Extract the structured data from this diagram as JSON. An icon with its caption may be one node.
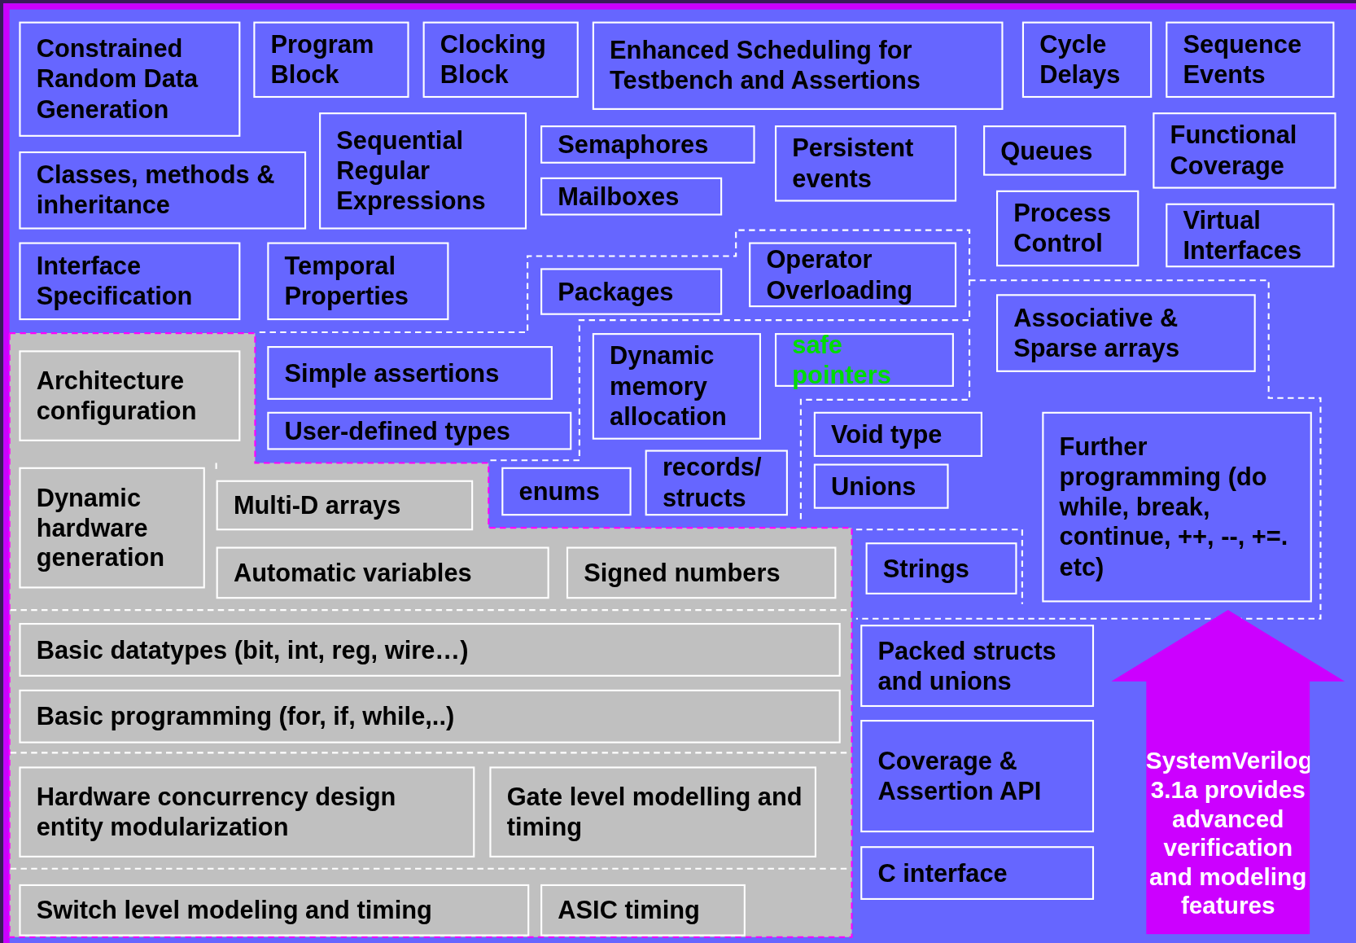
{
  "diagram": {
    "nodes": [
      {
        "text": [
          "Constrained Random Data Generation"
        ]
      },
      {
        "text": [
          "Program Block"
        ]
      },
      {
        "text": [
          "Clocking Block"
        ]
      },
      {
        "text": [
          "Enhanced Scheduling for Testbench and Assertions"
        ]
      },
      {
        "text": [
          "Cycle Delays"
        ]
      },
      {
        "text": [
          "Sequence Events"
        ]
      },
      {
        "text": [
          "Classes, methods & inheritance"
        ]
      },
      {
        "text": [
          "Sequential Regular Expressions"
        ]
      },
      {
        "text": [
          "Semaphores"
        ]
      },
      {
        "text": [
          "Mailboxes"
        ]
      },
      {
        "text": [
          "Persistent events"
        ]
      },
      {
        "text": [
          "Queues"
        ]
      },
      {
        "text": [
          "Functional Coverage"
        ]
      },
      {
        "text": [
          "Interface Specification"
        ]
      },
      {
        "text": [
          "Temporal Properties"
        ]
      },
      {
        "text": [
          "Process Control"
        ]
      },
      {
        "text": [
          "Virtual Interfaces"
        ]
      },
      {
        "text": [
          "Packages"
        ]
      },
      {
        "text": [
          "Operator Overloading"
        ]
      },
      {
        "text": [
          "Associative & Sparse arrays"
        ]
      },
      {
        "text": [
          "Simple assertions"
        ]
      },
      {
        "text": [
          "Dynamic memory allocation"
        ]
      },
      {
        "text": [
          "safe pointers"
        ]
      },
      {
        "text": [
          "User-defined types"
        ]
      },
      {
        "text": [
          "Void type"
        ]
      },
      {
        "text": [
          "enums"
        ]
      },
      {
        "text": [
          "records/ structs"
        ]
      },
      {
        "text": [
          "Unions"
        ]
      },
      {
        "text": [
          "Strings"
        ]
      },
      {
        "text": [
          "Further programming (do while, break, continue, ++, --, +=. etc)"
        ]
      },
      {
        "text": [
          "Architecture configuration"
        ]
      },
      {
        "text": [
          "Dynamic hardware generation"
        ]
      },
      {
        "text": [
          "Multi-D arrays"
        ]
      },
      {
        "text": [
          "Automatic variables"
        ]
      },
      {
        "text": [
          "Signed numbers"
        ]
      },
      {
        "text": [
          "Basic datatypes (bit, int, reg, wire…)"
        ]
      },
      {
        "text": [
          "Basic programming (for, if, while,..)"
        ]
      },
      {
        "text": [
          "Hardware concurrency design entity modularization"
        ]
      },
      {
        "text": [
          "Gate level modelling and timing"
        ]
      },
      {
        "text": [
          "Switch level modeling and timing"
        ]
      },
      {
        "text": [
          "ASIC timing"
        ]
      },
      {
        "text": [
          "Packed structs and unions"
        ]
      },
      {
        "text": [
          "Coverage & Assertion API"
        ]
      },
      {
        "text": [
          "C interface"
        ]
      },
      {
        "text": [
          "SystemVerilog 3.1a provides advanced verification and modeling features"
        ]
      }
    ]
  }
}
